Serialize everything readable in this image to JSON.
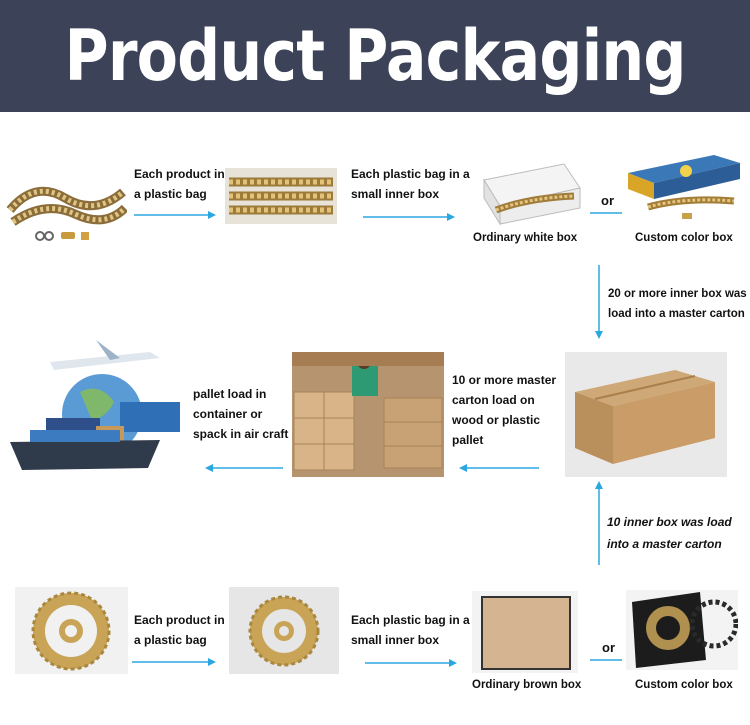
{
  "header": {
    "title": "Product Packaging"
  },
  "chain_row": {
    "step1": "Each product in a plastic bag",
    "step2": "Each plastic bag in a small inner box",
    "white_box": "Ordinary white box",
    "or": "or",
    "color_box": "Custom color box"
  },
  "right_column": {
    "top_note": "20 or more inner box was load into a master carton",
    "bottom_note": "10 inner box was load into a master carton"
  },
  "middle_row": {
    "pallet_note": "10 or more master carton load on wood or plastic pallet",
    "shipping_note": "pallet load in container or spack in air craft"
  },
  "sprocket_row": {
    "step1": "Each product in a plastic bag",
    "step2": "Each plastic bag in a small inner box",
    "brown_box": "Ordinary brown box",
    "or": "or",
    "color_box": "Custom color box"
  },
  "colors": {
    "header_bg": "#3c4257",
    "arrow": "#2aa7e0",
    "gold": "#c9a457"
  }
}
